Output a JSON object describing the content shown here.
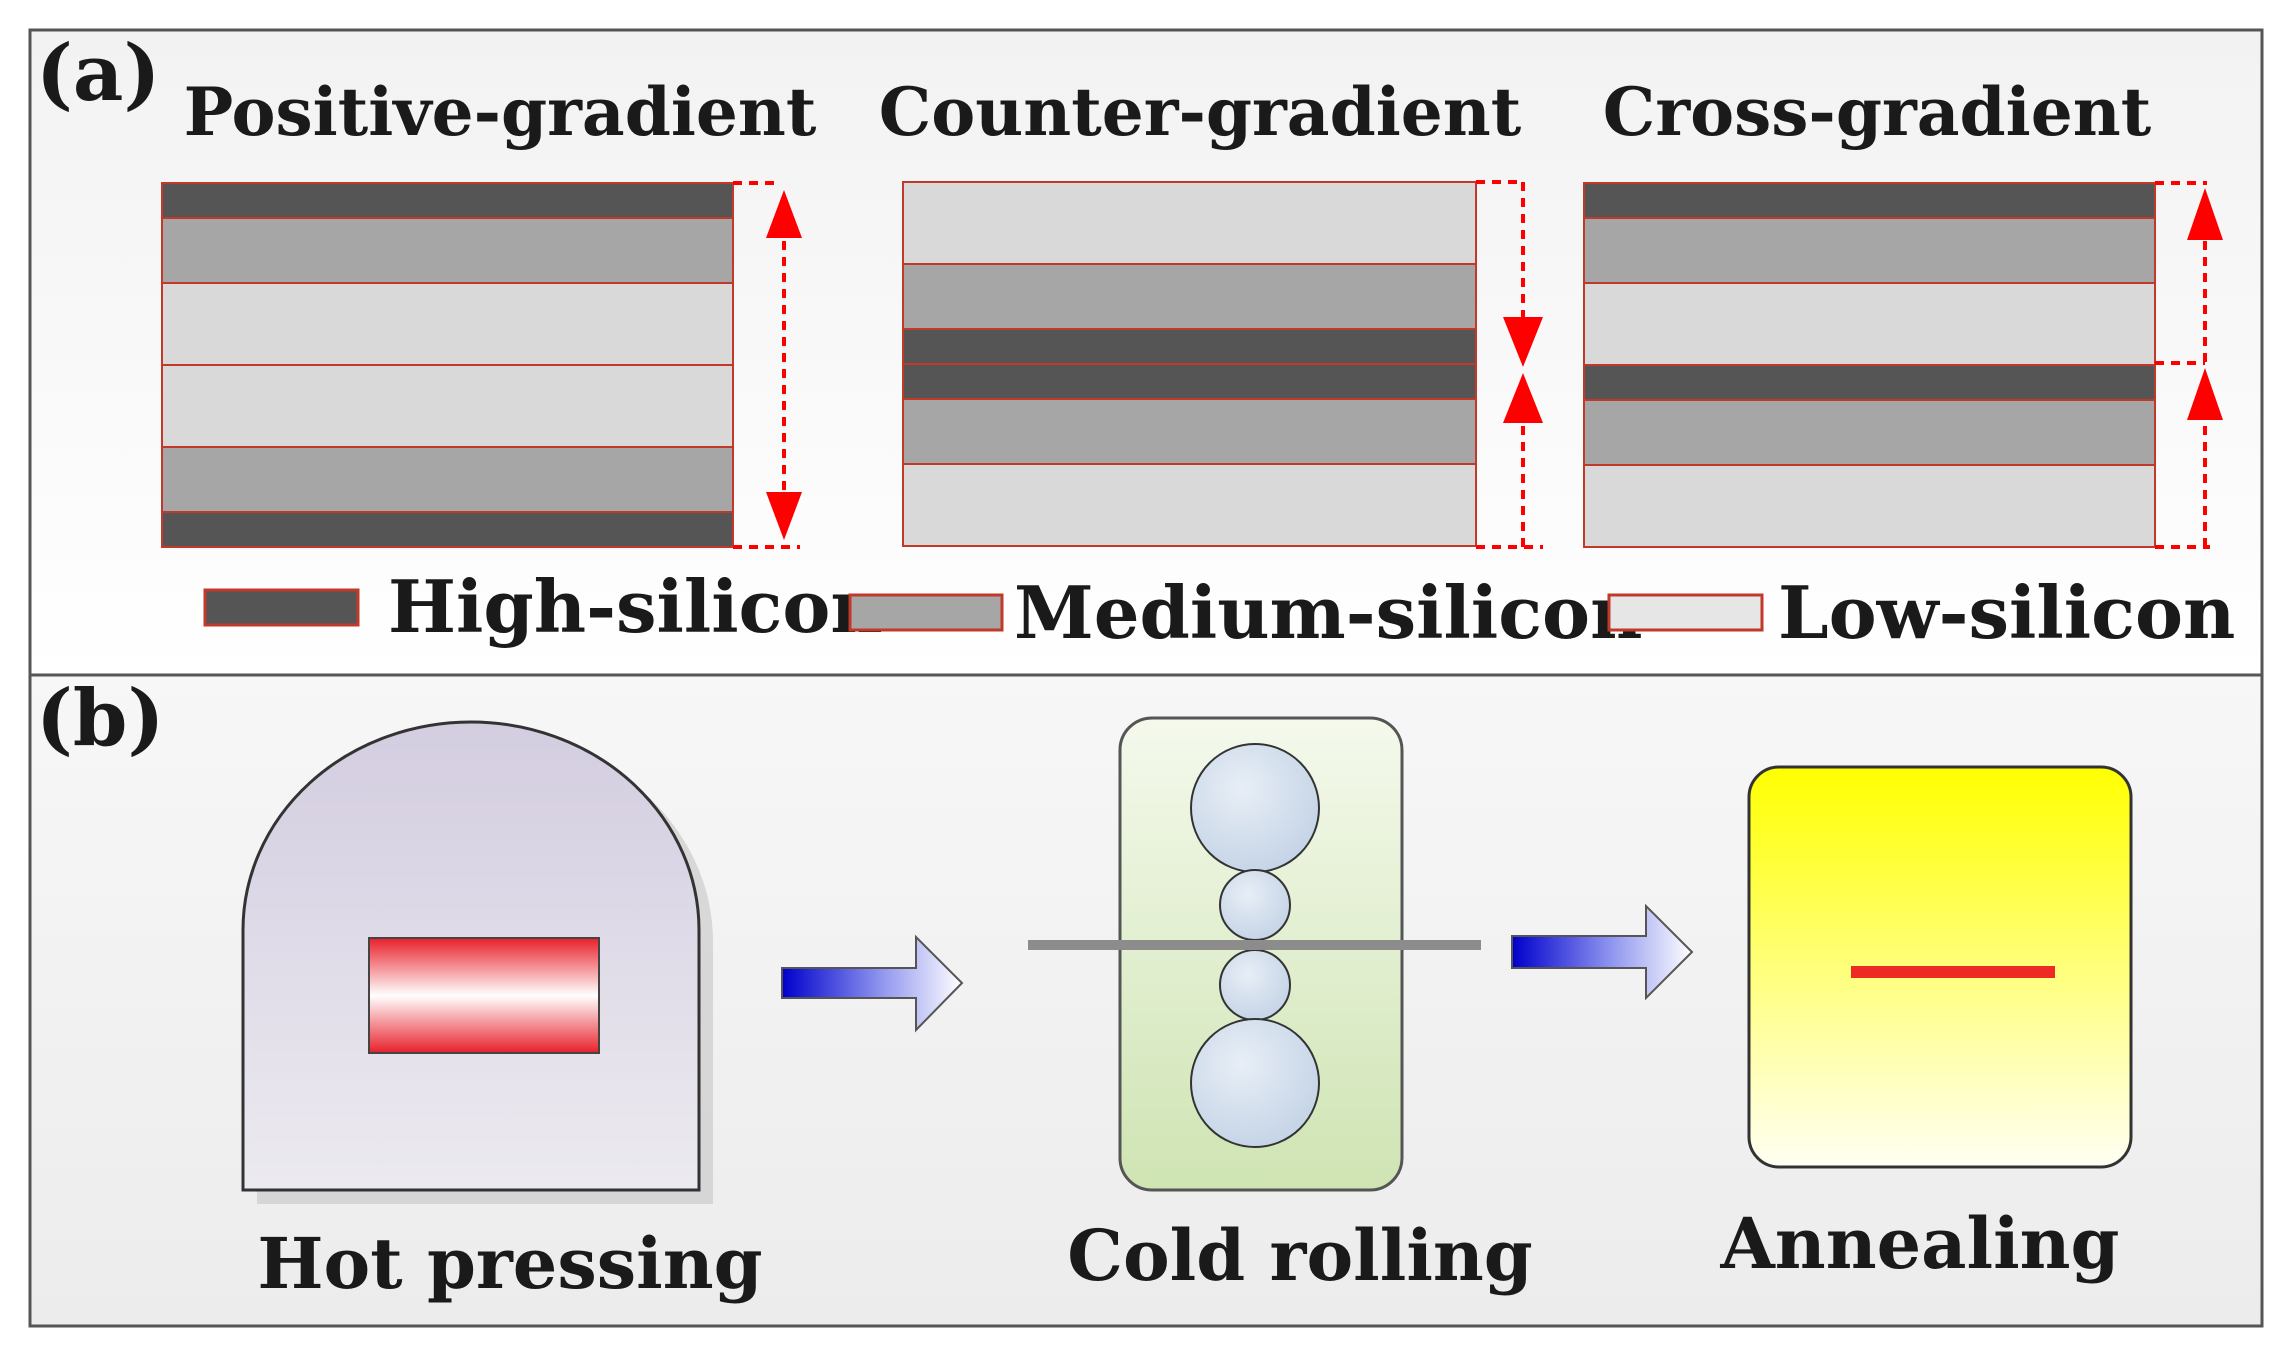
{
  "panel_a": {
    "label": "(a)",
    "columns": [
      {
        "title": "Positive-gradient",
        "layers": [
          "high",
          "medium",
          "low",
          "low",
          "medium",
          "high"
        ],
        "arrow": "two-headed"
      },
      {
        "title": "Counter-gradient",
        "layers": [
          "low",
          "medium",
          "high",
          "high",
          "medium",
          "low"
        ],
        "arrow": "converging"
      },
      {
        "title": "Cross-gradient",
        "layers": [
          "high",
          "medium",
          "low",
          "high",
          "medium",
          "low"
        ],
        "arrow": "upward-pair"
      }
    ],
    "legend": [
      {
        "key": "high",
        "label": "High-silicon"
      },
      {
        "key": "medium",
        "label": "Medium-silicon"
      },
      {
        "key": "low",
        "label": "Low-silicon"
      }
    ]
  },
  "panel_b": {
    "label": "(b)",
    "steps": [
      {
        "label": "Hot pressing"
      },
      {
        "label": "Cold rolling"
      },
      {
        "label": "Annealing"
      }
    ]
  },
  "colors": {
    "high": "#555555",
    "medium": "#a6a6a6",
    "low": "#d9d9d9",
    "layer_border": "#c0392b",
    "gradient_arrow": "#ff0000",
    "flow_arrow_start": "#0000cc",
    "flow_arrow_end": "#ffffff"
  }
}
